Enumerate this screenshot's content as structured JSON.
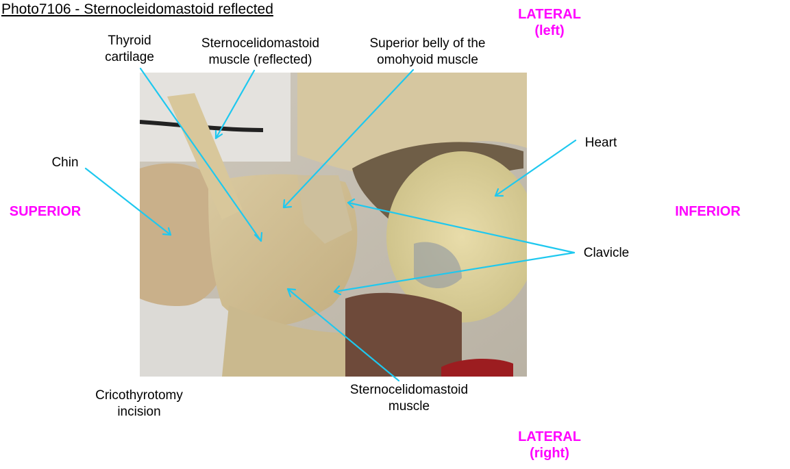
{
  "title": "Photo7106 - Sternocleidomastoid reflected",
  "orientation": {
    "top": {
      "line1": "LATERAL",
      "line2": "(left)"
    },
    "bottom": {
      "line1": "LATERAL",
      "line2": "(right)"
    },
    "left": "SUPERIOR",
    "right": "INFERIOR",
    "color": "#ff00ff"
  },
  "labels": {
    "thyroid_cartilage": {
      "line1": "Thyroid",
      "line2": "cartilage"
    },
    "scm_reflected": {
      "line1": "Sternocelidomastoid",
      "line2": "muscle (reflected)"
    },
    "omohyoid": {
      "line1": "Superior belly of the",
      "line2": "omohyoid muscle"
    },
    "chin": "Chin",
    "heart": "Heart",
    "clavicle": "Clavicle",
    "cricothyrotomy": {
      "line1": "Cricothyrotomy",
      "line2": "incision"
    },
    "scm": {
      "line1": "Sternocelidomastoid",
      "line2": "muscle"
    }
  },
  "arrow_color": "#1ec8ef",
  "photo": {
    "subject": "Dissected cadaver neck and upper thorax"
  }
}
